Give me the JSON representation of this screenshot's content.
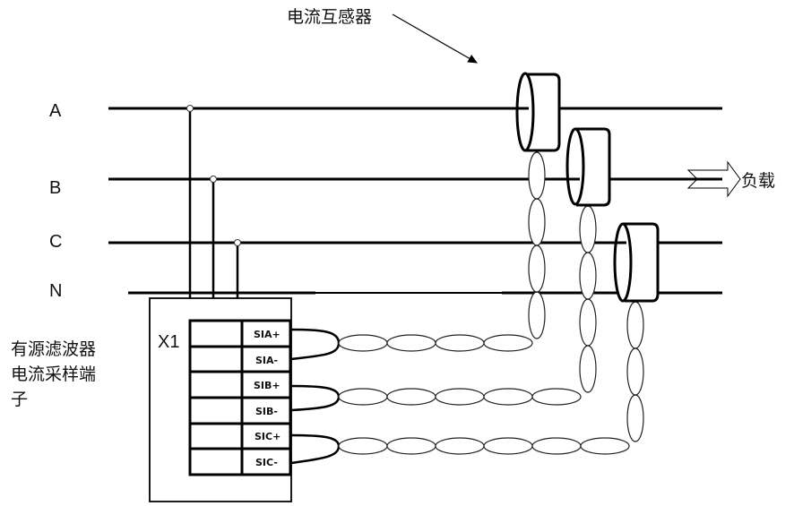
{
  "diagram": {
    "title_label": "电流互感器",
    "phases": [
      {
        "id": "A",
        "label": "A"
      },
      {
        "id": "B",
        "label": "B"
      },
      {
        "id": "C",
        "label": "C"
      },
      {
        "id": "N",
        "label": "N"
      }
    ],
    "load_label": "负载",
    "device_label_lines": [
      "有源滤波器",
      "电流采样端",
      "子"
    ],
    "terminal_block": {
      "name": "X1",
      "terminals": [
        "SIA+",
        "SIA-",
        "SIB+",
        "SIB-",
        "SIC+",
        "SIC-"
      ]
    },
    "colors": {
      "line": "#000000",
      "background": "#ffffff"
    }
  }
}
